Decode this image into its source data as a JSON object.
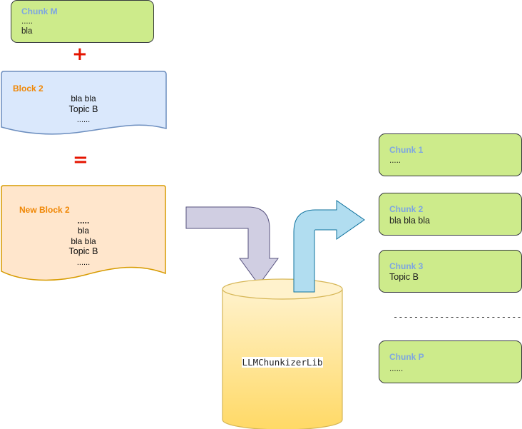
{
  "chunk_m": {
    "title": "Chunk M",
    "line1": ".....",
    "line2": "bla"
  },
  "plus": "+",
  "block2": {
    "title": "Block 2",
    "line1": "bla bla",
    "line2": "Topic B",
    "line3": "......"
  },
  "equals": "=",
  "new_block2": {
    "title": "New Block 2",
    "line1": ".....",
    "line2": "bla",
    "line3": "bla bla",
    "line4": "Topic B",
    "line5": "......"
  },
  "cylinder": {
    "label": "LLMChunkizerLib"
  },
  "chunks": [
    {
      "title": "Chunk 1",
      "body": "....."
    },
    {
      "title": "Chunk 2",
      "body": "bla bla bla"
    },
    {
      "title": "Chunk 3",
      "body": "Topic B"
    },
    {
      "title": "Chunk P",
      "body": "......"
    }
  ],
  "separator": "----------------------------",
  "colors": {
    "chunk_fill": "#cdeb8b",
    "block_fill": "#dae8fc",
    "block_stroke": "#6c8ebf",
    "new_block_fill": "#ffe6cc",
    "new_block_stroke": "#d79b00",
    "chunk_title": "#7ea6e0",
    "block_title": "#f08705",
    "operator": "#e51400",
    "arrow_in": "#d0cee2",
    "arrow_out": "#b1ddf0",
    "cylinder_top": "#fff2cc",
    "cylinder_bottom": "#ffd966"
  }
}
